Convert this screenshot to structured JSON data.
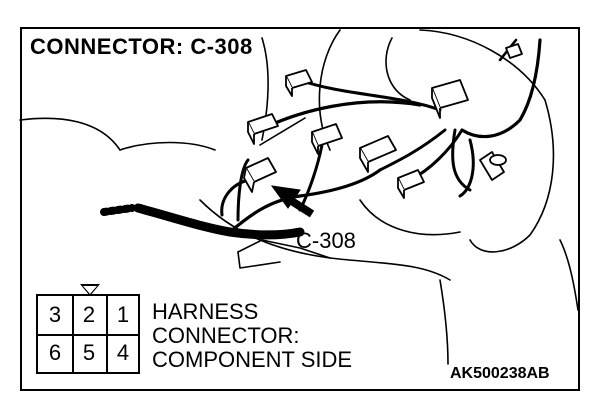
{
  "title": "CONNECTOR: C-308",
  "callout_label": "C-308",
  "pins": {
    "top": [
      "3",
      "2",
      "1"
    ],
    "bottom": [
      "6",
      "5",
      "4"
    ]
  },
  "description": {
    "line1": "HARNESS",
    "line2": "CONNECTOR:",
    "line3": "COMPONENT SIDE"
  },
  "figure_code": "AK500238AB"
}
